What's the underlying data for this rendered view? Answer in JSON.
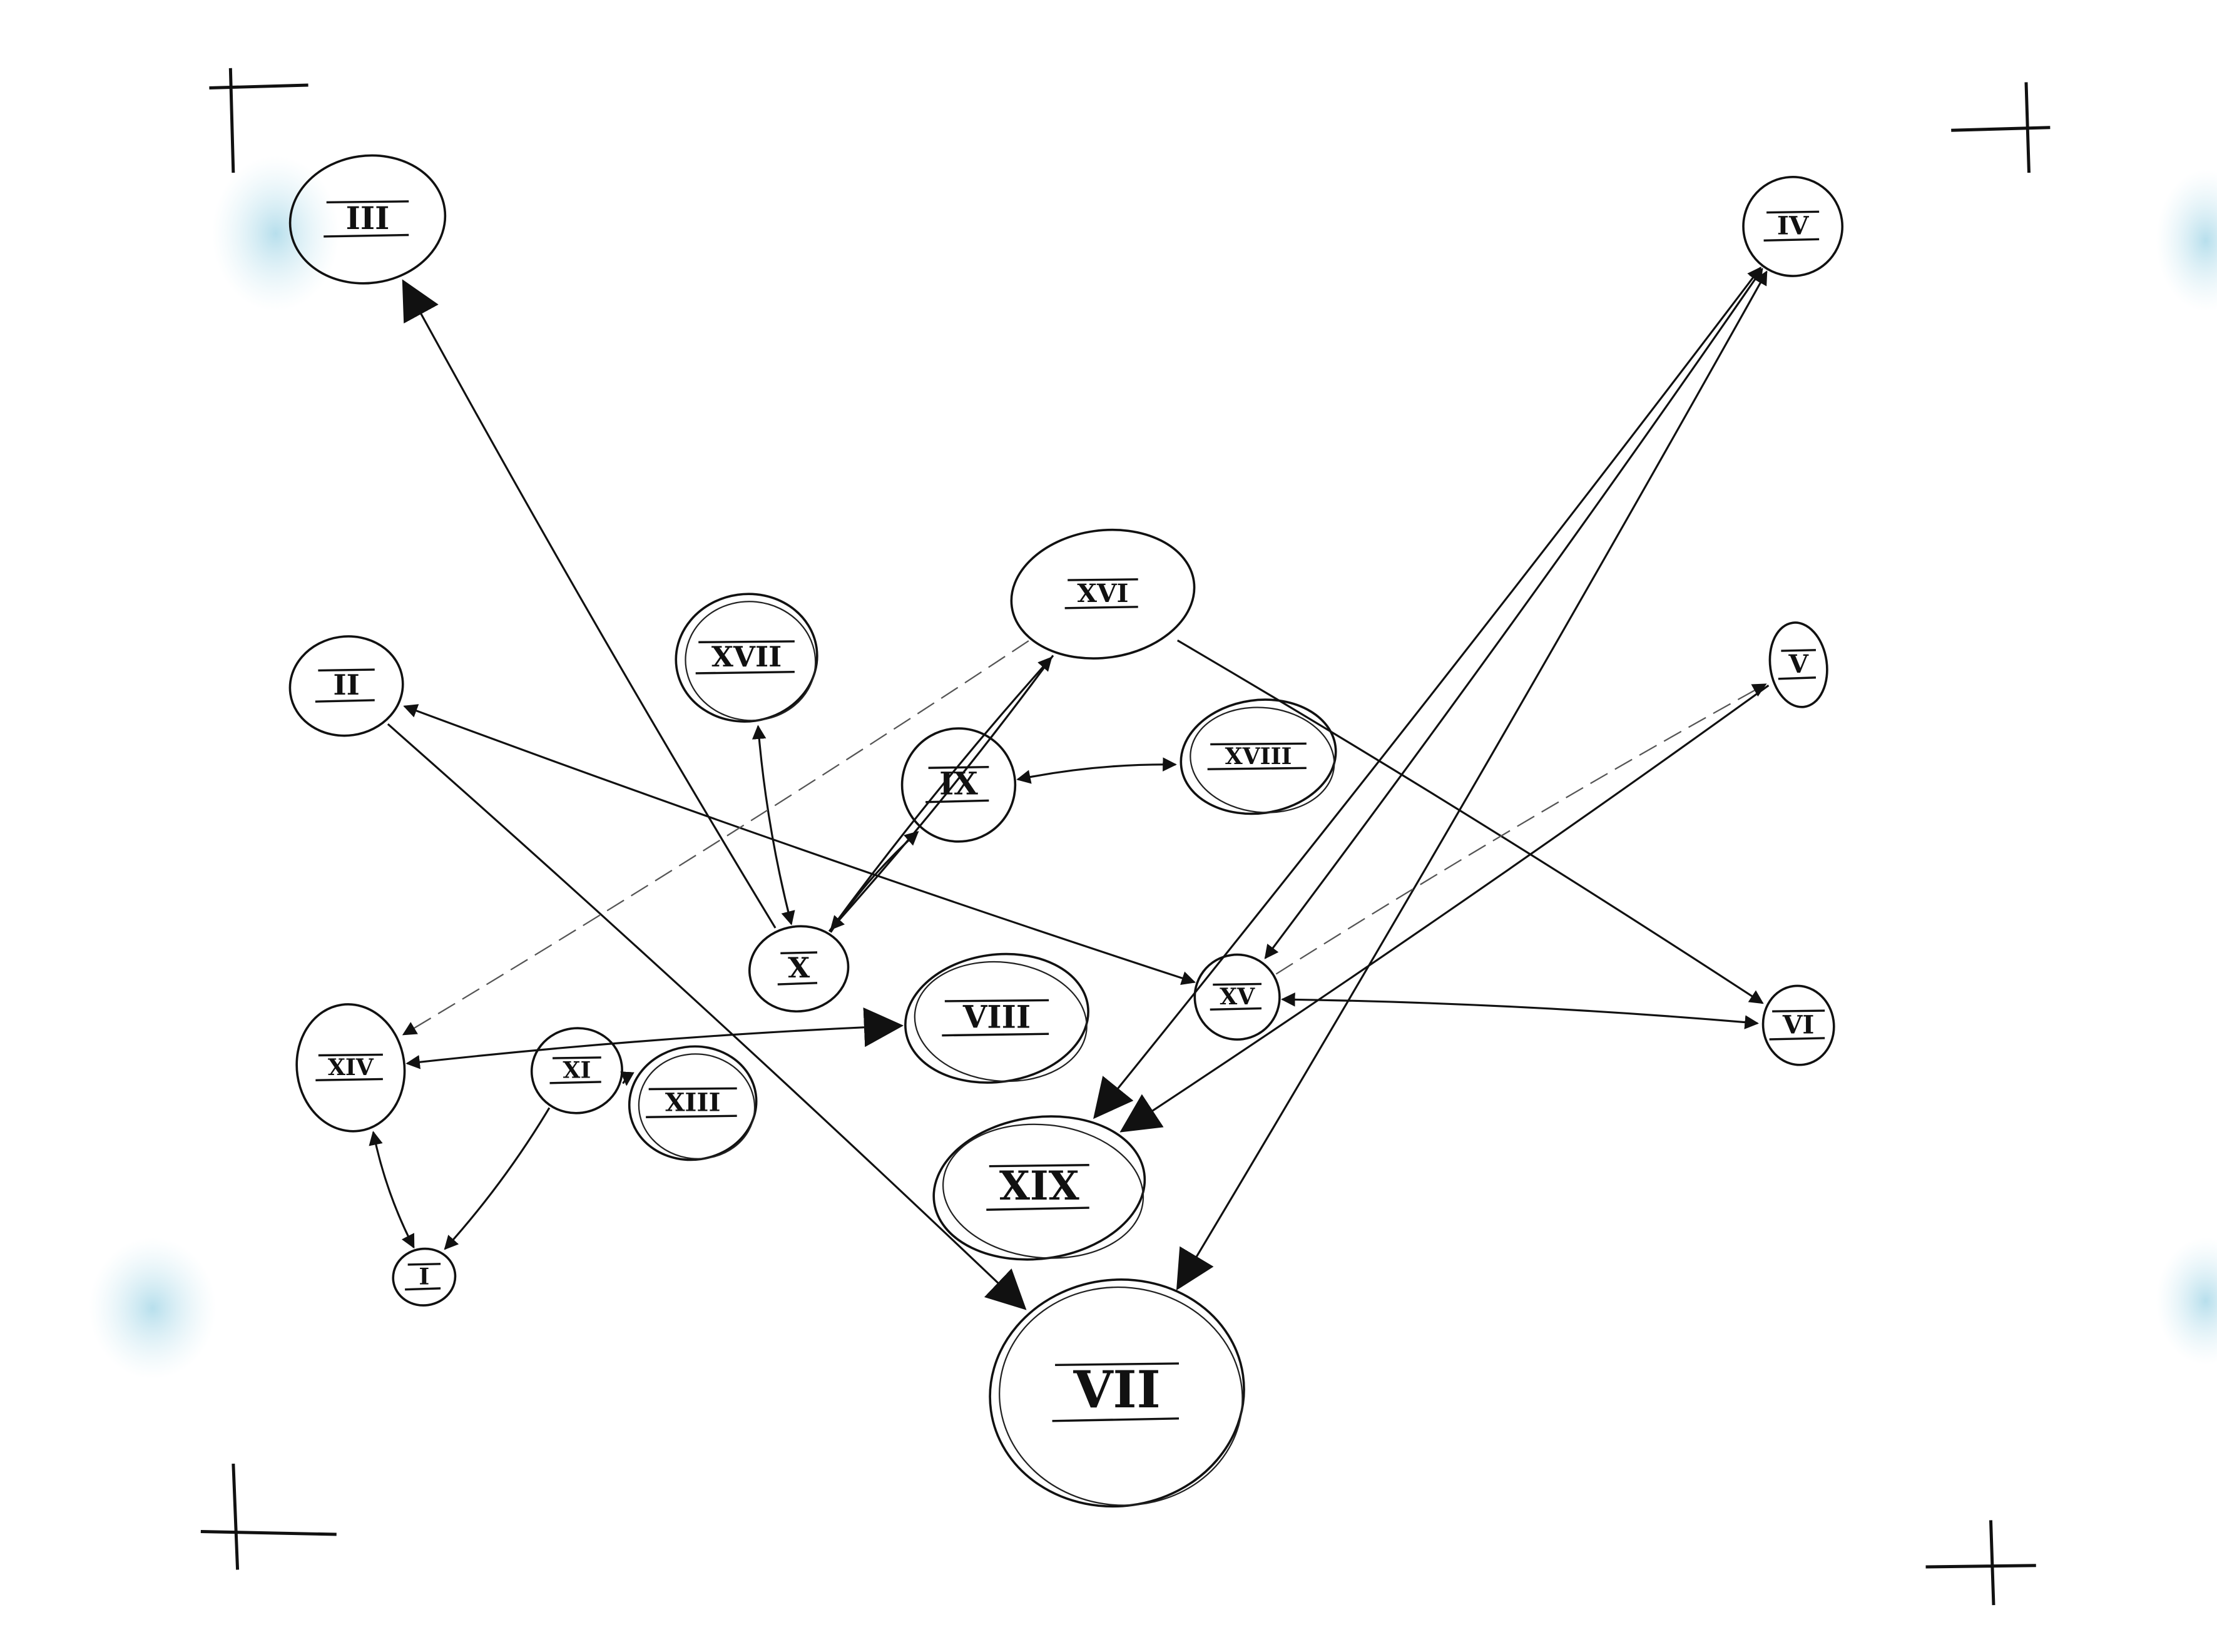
{
  "diagram": {
    "type": "hand-drawn directed graph",
    "nodes": [
      {
        "id": "III",
        "label": "III"
      },
      {
        "id": "IV",
        "label": "IV"
      },
      {
        "id": "XVI",
        "label": "XVI"
      },
      {
        "id": "XVII",
        "label": "XVII"
      },
      {
        "id": "II",
        "label": "II"
      },
      {
        "id": "IX",
        "label": "IX"
      },
      {
        "id": "XVIII",
        "label": "XVIII"
      },
      {
        "id": "V",
        "label": "V"
      },
      {
        "id": "X",
        "label": "X"
      },
      {
        "id": "VIII",
        "label": "VIII"
      },
      {
        "id": "XV",
        "label": "XV"
      },
      {
        "id": "VI",
        "label": "VI"
      },
      {
        "id": "XIV",
        "label": "XIV"
      },
      {
        "id": "XI",
        "label": "XI"
      },
      {
        "id": "XIII",
        "label": "XIII"
      },
      {
        "id": "XIX",
        "label": "XIX"
      },
      {
        "id": "I",
        "label": "I"
      },
      {
        "id": "VII",
        "label": "VII"
      }
    ],
    "edges": [
      {
        "from": "X",
        "to": "III"
      },
      {
        "from": "X",
        "to": "XVII",
        "bidirectional": true
      },
      {
        "from": "X",
        "to": "XVI"
      },
      {
        "from": "X",
        "to": "IX"
      },
      {
        "from": "XVI",
        "to": "X"
      },
      {
        "from": "IX",
        "to": "XVIII",
        "bidirectional": true
      },
      {
        "from": "XVI",
        "to": "VI"
      },
      {
        "from": "XV",
        "to": "II",
        "bidirectional": true
      },
      {
        "from": "II",
        "to": "VII"
      },
      {
        "from": "XIV",
        "to": "VIII",
        "bidirectional": true
      },
      {
        "from": "XVI",
        "to": "XIV",
        "faint": true
      },
      {
        "from": "I",
        "to": "XIV",
        "bidirectional": true
      },
      {
        "from": "XI",
        "to": "I"
      },
      {
        "from": "XI",
        "to": "XIII"
      },
      {
        "from": "IV",
        "to": "XV",
        "bidirectional": true
      },
      {
        "from": "IV",
        "to": "XIX",
        "bidirectional": true
      },
      {
        "from": "IV",
        "to": "VII",
        "bidirectional": true
      },
      {
        "from": "XV",
        "to": "V",
        "faint": true
      },
      {
        "from": "V",
        "to": "XIX"
      },
      {
        "from": "XV",
        "to": "VI",
        "bidirectional": true
      }
    ]
  }
}
